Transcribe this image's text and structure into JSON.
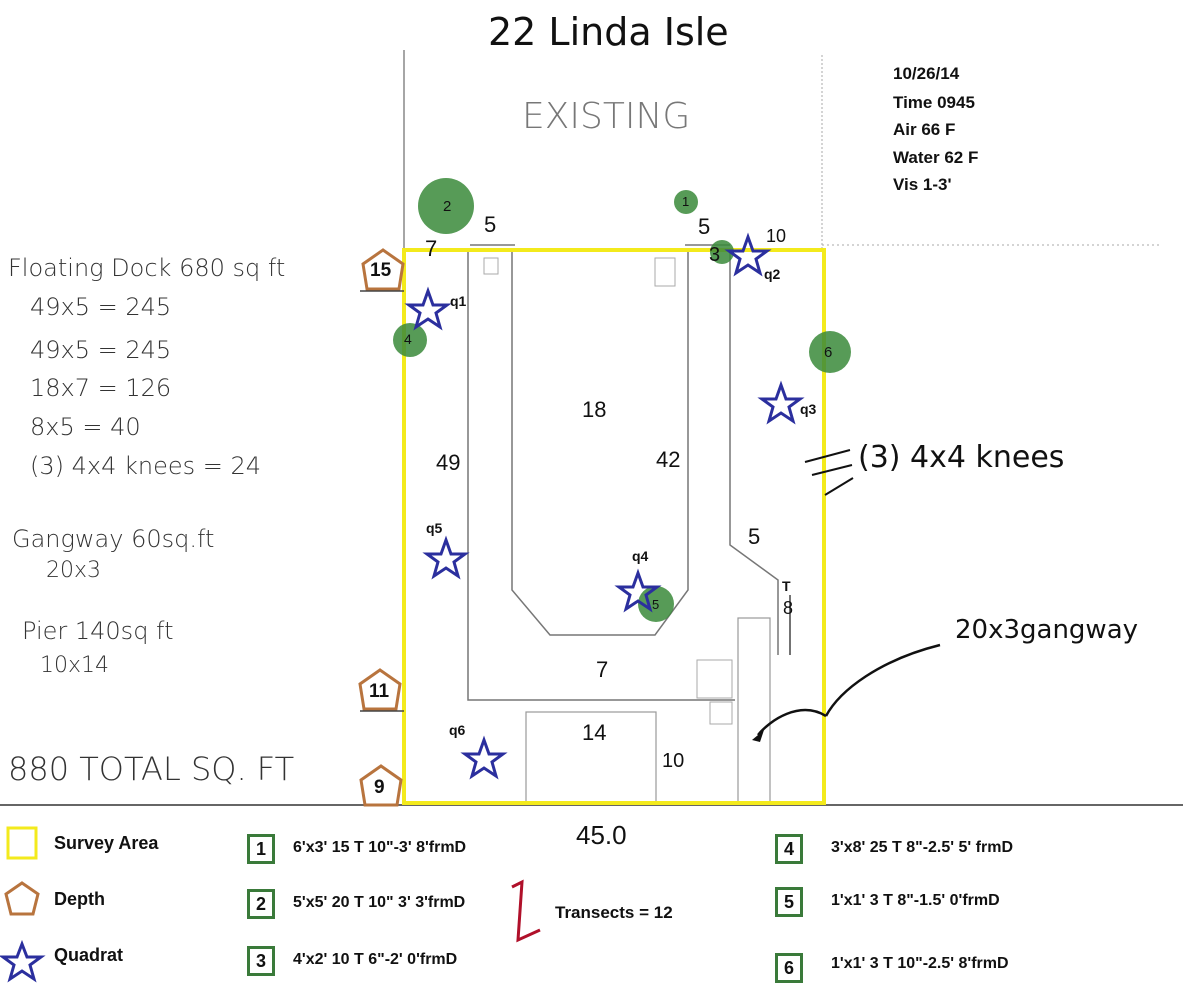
{
  "title": "22 Linda Isle",
  "existing_label": "EXISTING",
  "info": {
    "date": "10/26/14",
    "time": "Time 0945",
    "air": "Air 66 F",
    "water": "Water 62 F",
    "vis": "Vis 1-3'"
  },
  "notes": {
    "dock": "Floating Dock 680 sq ft",
    "l1": "49x5 = 245",
    "l2": "49x5 = 245",
    "l3": "18x7 = 126",
    "l4": "8x5 = 40",
    "l5": "(3) 4x4 knees = 24",
    "gangway": "Gangway 60sq.ft",
    "gangway_dim": "20x3",
    "pier": "Pier 140sq ft",
    "pier_dim": "10x14",
    "total": "880 TOTAL SQ. FT"
  },
  "knees_note": "(3) 4x4 knees",
  "gangway_note": "20x3gangway",
  "dimensions": {
    "top_left_5": "5",
    "top_left_7": "7",
    "top_right_5": "5",
    "top_right_3": "3",
    "center_18": "18",
    "left_49": "49",
    "inner_42": "42",
    "right_5": "5",
    "bottom_7": "7",
    "pier_14": "14",
    "pier_10": "10",
    "width_45": "45.0",
    "t8": "T",
    "eight": "8"
  },
  "depths": [
    "15",
    "11",
    "9"
  ],
  "quadrats": [
    "q1",
    "q2",
    "q3",
    "q4",
    "q5",
    "q6"
  ],
  "eelgrass": [
    "1",
    "2",
    "3",
    "4",
    "5",
    "6"
  ],
  "extra_10": "10",
  "legend": {
    "survey_area": "Survey Area",
    "depth": "Depth",
    "quadrat": "Quadrat",
    "transects": "Transects = 12",
    "patches": [
      {
        "num": "1",
        "text": "6'x3' 15 T 10\"-3' 8'frmD"
      },
      {
        "num": "2",
        "text": "5'x5' 20 T 10\" 3' 3'frmD"
      },
      {
        "num": "3",
        "text": "4'x2' 10 T 6\"-2' 0'frmD"
      },
      {
        "num": "4",
        "text": "3'x8' 25 T 8\"-2.5' 5' frmD"
      },
      {
        "num": "5",
        "text": "1'x1' 3 T 8\"-1.5' 0'frmD"
      },
      {
        "num": "6",
        "text": "1'x1' 3 T 10\"-2.5' 8'frmD"
      }
    ]
  },
  "colors": {
    "survey": "#f3ea1c",
    "depth": "#b8743e",
    "quadrat": "#2b2f9e",
    "eelgrass": "#3a8a3a",
    "legend_box": "#3a7a3a"
  }
}
